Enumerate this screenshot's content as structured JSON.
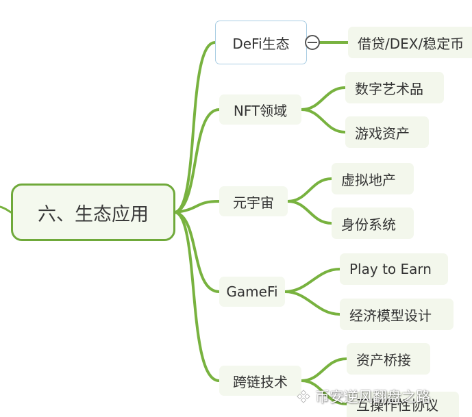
{
  "mindmap": {
    "root": {
      "label": "六、生态应用"
    },
    "branches": [
      {
        "label": "DeFi生态",
        "selected": true,
        "children": [
          "借贷/DEX/稳定币"
        ]
      },
      {
        "label": "NFT领域",
        "children": [
          "数字艺术品",
          "游戏资产"
        ]
      },
      {
        "label": "元宇宙",
        "children": [
          "虚拟地产",
          "身份系统"
        ]
      },
      {
        "label": "GameFi",
        "children": [
          "Play to Earn",
          "经济模型设计"
        ]
      },
      {
        "label": "跨链技术",
        "children": [
          "资产桥接",
          "互操作性协议"
        ]
      }
    ]
  },
  "colors": {
    "line": "#78b23f",
    "root_border": "#6fa93a",
    "node_fill": "#f4f8ee",
    "selection_border": "#a9cde3"
  },
  "watermark": {
    "text": "币安逆风翻盘之路"
  }
}
